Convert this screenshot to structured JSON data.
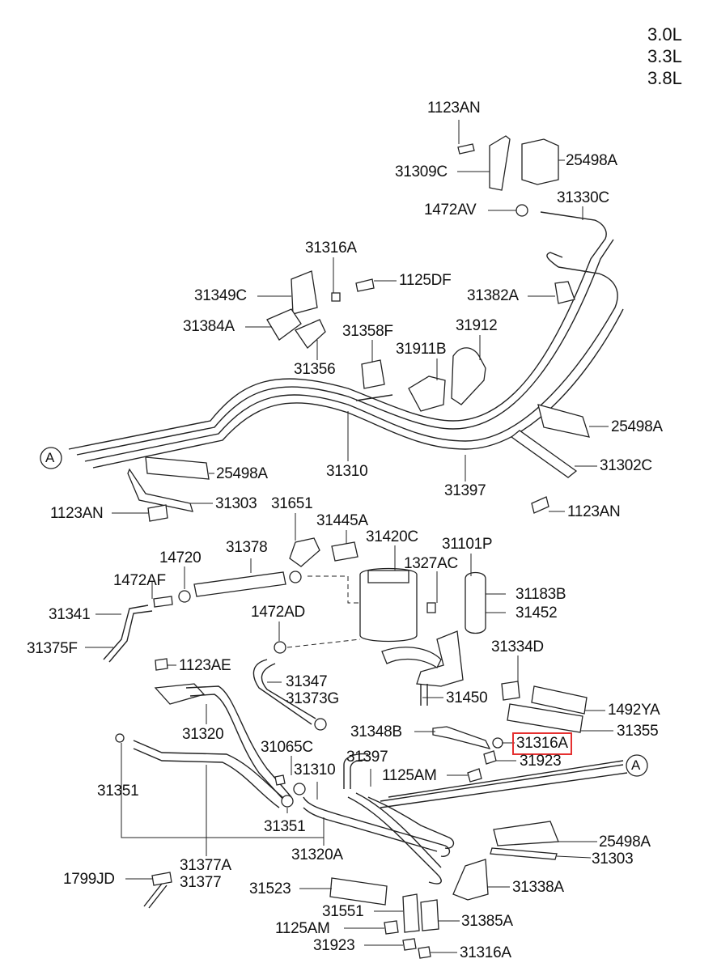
{
  "engine_variants": [
    "3.0L",
    "3.3L",
    "3.8L"
  ],
  "connector_marks": [
    "A",
    "A"
  ],
  "highlighted_part": "31316A",
  "part_labels": [
    "1123AN",
    "31309C",
    "25498A",
    "1472AV",
    "31330C",
    "31316A",
    "1125DF",
    "31349C",
    "31382A",
    "31384A",
    "31358F",
    "31912",
    "31911B",
    "31356",
    "25498A",
    "31302C",
    "31310",
    "31397",
    "25498A",
    "31303",
    "1123AN",
    "1123AN",
    "31651",
    "31445A",
    "31420C",
    "31101P",
    "14720",
    "31378",
    "1327AC",
    "1472AF",
    "31183B",
    "31341",
    "31452",
    "1472AD",
    "31375F",
    "31334D",
    "1123AE",
    "31347",
    "31373G",
    "31450",
    "1492YA",
    "31320",
    "31355",
    "31348B",
    "31316A",
    "31065C",
    "31397",
    "31923",
    "31310",
    "1125AM",
    "31351",
    "31351",
    "25498A",
    "31320A",
    "31303",
    "31377A",
    "1799JD",
    "31377",
    "31338A",
    "31523",
    "31551",
    "31385A",
    "1125AM",
    "31923",
    "31316A"
  ]
}
